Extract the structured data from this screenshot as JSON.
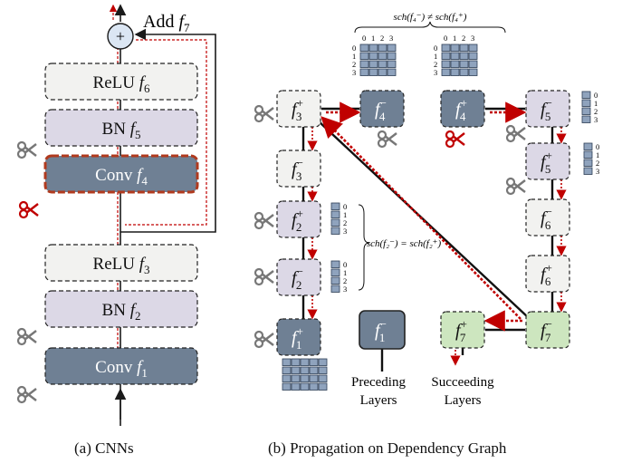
{
  "cnn": {
    "add_label": "Add",
    "add_sub": "7",
    "plus": "+",
    "layers": [
      {
        "name": "ReLU",
        "sub": "6",
        "kind": "relu"
      },
      {
        "name": "BN",
        "sub": "5",
        "kind": "bn"
      },
      {
        "name": "Conv",
        "sub": "4",
        "kind": "conv",
        "highlight": true
      },
      {
        "name": "ReLU",
        "sub": "3",
        "kind": "relu"
      },
      {
        "name": "BN",
        "sub": "2",
        "kind": "bn"
      },
      {
        "name": "Conv",
        "sub": "1",
        "kind": "conv"
      }
    ],
    "caption": "(a) CNNs"
  },
  "graph": {
    "nodes": [
      {
        "id": "f3p",
        "base": "f",
        "sub": "3",
        "sup": "+",
        "kind": "relu"
      },
      {
        "id": "f3m",
        "base": "f",
        "sub": "3",
        "sup": "−",
        "kind": "relu"
      },
      {
        "id": "f2p",
        "base": "f",
        "sub": "2",
        "sup": "+",
        "kind": "bn"
      },
      {
        "id": "f2m",
        "base": "f",
        "sub": "2",
        "sup": "−",
        "kind": "bn"
      },
      {
        "id": "f1p",
        "base": "f",
        "sub": "1",
        "sup": "+",
        "kind": "conv"
      },
      {
        "id": "f4m",
        "base": "f",
        "sub": "4",
        "sup": "−",
        "kind": "conv"
      },
      {
        "id": "f4p",
        "base": "f",
        "sub": "4",
        "sup": "+",
        "kind": "conv"
      },
      {
        "id": "f5m",
        "base": "f",
        "sub": "5",
        "sup": "−",
        "kind": "bn"
      },
      {
        "id": "f5p",
        "base": "f",
        "sub": "5",
        "sup": "+",
        "kind": "bn"
      },
      {
        "id": "f6m",
        "base": "f",
        "sub": "6",
        "sup": "−",
        "kind": "relu"
      },
      {
        "id": "f6p",
        "base": "f",
        "sub": "6",
        "sup": "+",
        "kind": "relu"
      },
      {
        "id": "f7m",
        "base": "f",
        "sub": "7",
        "sup": "−",
        "kind": "add"
      },
      {
        "id": "f7p",
        "base": "f",
        "sub": "7",
        "sup": "+",
        "kind": "add"
      },
      {
        "id": "f1m",
        "base": "f",
        "sub": "1",
        "sup": "−",
        "kind": "conv"
      }
    ],
    "schedule_top": "sch(f₄⁻) ≠ sch(f₄⁺)",
    "schedule_mid": "sch(f₂⁻) = sch(f₂⁺)",
    "matrix_cols": [
      "0",
      "1",
      "2",
      "3"
    ],
    "matrix_rows": [
      "0",
      "1",
      "2",
      "3"
    ],
    "legend_preceding": [
      "Preceding",
      "Layers"
    ],
    "legend_succeeding": [
      "Succeeding",
      "Layers"
    ],
    "caption": "(b) Propagation on Dependency Graph"
  },
  "colors": {
    "relu": "#f2f2f0",
    "bn": "#dcd8e6",
    "conv": "#6f8094",
    "add": "#cde6bf",
    "arrow_red": "#c00000",
    "dark": "#1a1a1a"
  }
}
